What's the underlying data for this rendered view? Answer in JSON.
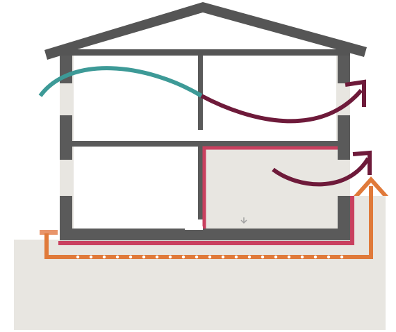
{
  "diagram": {
    "subject": "house-ventilation-airflow",
    "colors": {
      "ground": "#e8e6e1",
      "wall": "#5a5a5a",
      "roof": "#555555",
      "interior": "#ffffff",
      "fresh_air": "#3d9a97",
      "exhaust_air": "#6e1a3a",
      "heated_duct": "#e07a3a",
      "radon_barrier": "#c9405f",
      "vent_cap": "#e8956b",
      "perforation": "#ffffff",
      "marker": "#a0a0a0"
    },
    "icons": [
      "fresh-air-arrow",
      "exhaust-air-arrow",
      "upward-duct-arrow",
      "down-arrow-icon"
    ]
  }
}
